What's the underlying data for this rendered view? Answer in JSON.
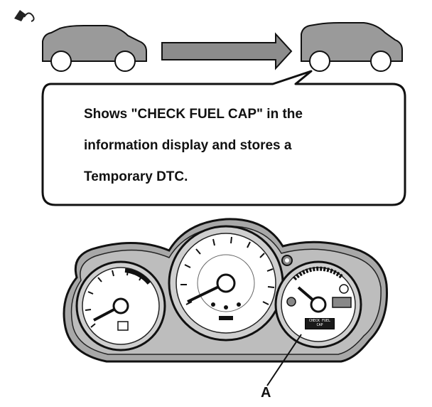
{
  "callout": {
    "lines": [
      "Shows \"CHECK FUEL CAP\" in the",
      "information display and stores a",
      "Temporary DTC."
    ]
  },
  "labels": {
    "a": "A"
  },
  "display": {
    "text": "CHECK FUEL CAP"
  },
  "colors": {
    "car_fill": "#9a9a9a",
    "arrow_fill": "#8c8c8c",
    "outline": "#111111",
    "cluster_fill": "#a8a8a8"
  }
}
